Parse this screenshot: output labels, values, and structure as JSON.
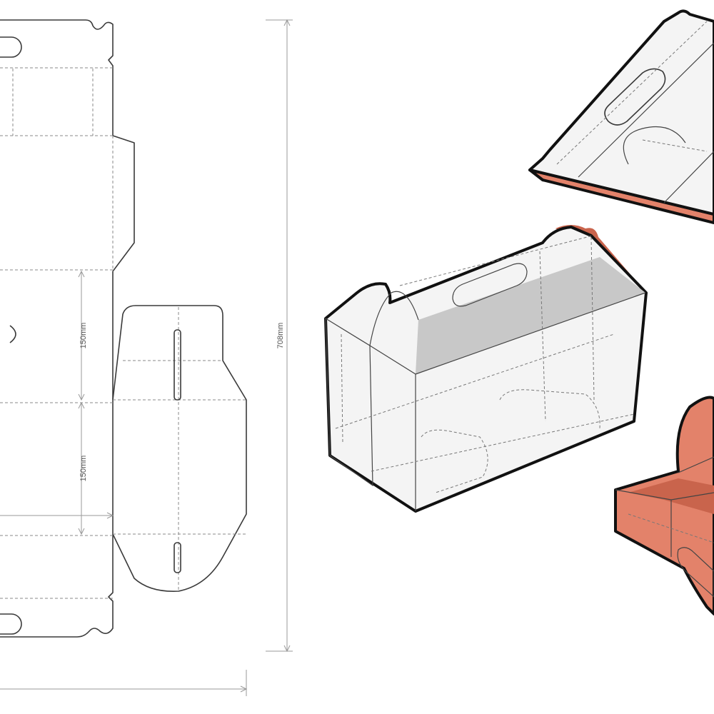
{
  "dimensions": {
    "height_upper": "150mm",
    "height_lower": "150mm",
    "total": "708mm"
  },
  "colors": {
    "kraft": "#e3826a",
    "kraft_dark": "#c9644c",
    "board_light": "#f4f4f4",
    "board_grey": "#c8c8c8",
    "outline": "#111111"
  }
}
